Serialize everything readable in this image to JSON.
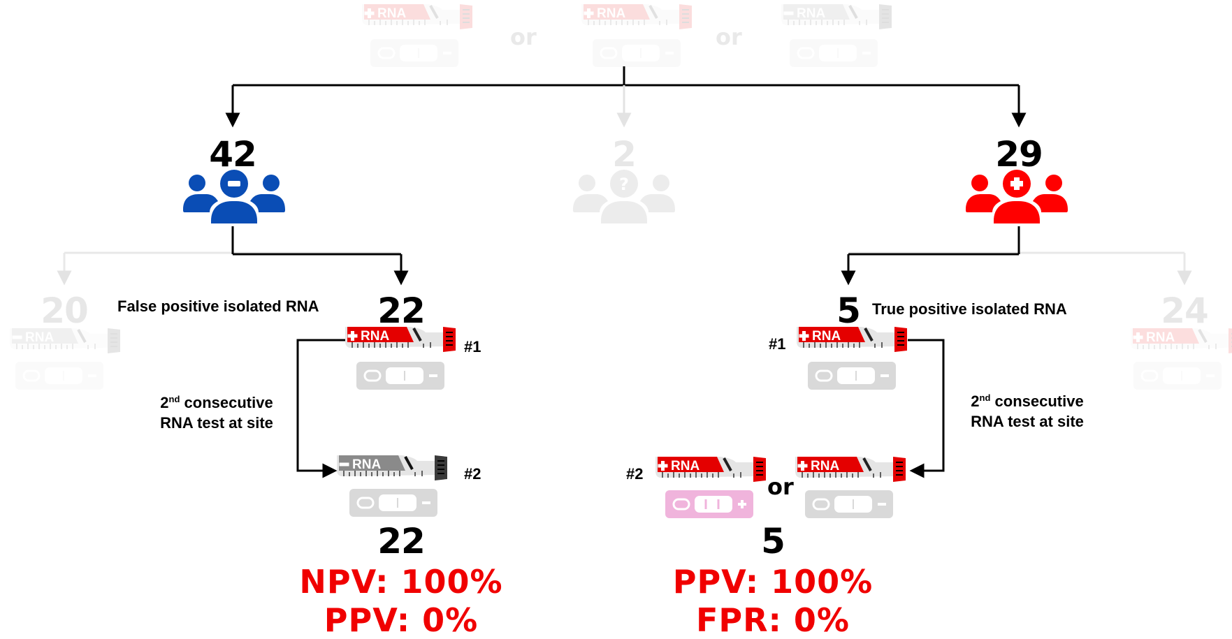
{
  "connectors": {
    "or": "or"
  },
  "top_tests": [
    {
      "rna_sign": "+",
      "rna_label": "RNA",
      "color": "#e00000"
    },
    {
      "rna_sign": "+",
      "rna_label": "RNA",
      "color": "#e00000"
    },
    {
      "rna_sign": "−",
      "rna_label": "RNA",
      "color": "#555555"
    }
  ],
  "groups": {
    "negative": {
      "count": "42",
      "icon": "group-minus-icon",
      "color": "#0a4db5"
    },
    "indeterminate": {
      "count": "2",
      "icon": "group-question-icon",
      "color": "#e8e8e8"
    },
    "positive": {
      "count": "29",
      "icon": "group-plus-icon",
      "color": "#ff0000"
    }
  },
  "left_branch": {
    "faded_count": "20",
    "count": "22",
    "label": "False positive isolated RNA",
    "test1_tag": "#1",
    "test2_tag": "#2",
    "retest_sup": "nd",
    "retest_line1_num": "2",
    "retest_line1_rest": " consecutive",
    "retest_line2": "RNA test at site",
    "final_count": "22",
    "metric1": "NPV: 100%",
    "metric2": "PPV: 0%"
  },
  "right_branch": {
    "faded_count": "24",
    "count": "5",
    "label": "True positive isolated RNA",
    "test1_tag": "#1",
    "test2_tag": "#2",
    "retest_sup": "nd",
    "retest_line1_num": "2",
    "retest_line1_rest": " consecutive",
    "retest_line2": "RNA test at site",
    "final_count": "5",
    "metric1": "PPV: 100%",
    "metric2": "FPR: 0%"
  },
  "colors": {
    "negative_blue": "#0a4db5",
    "positive_red": "#ff0000",
    "metric_red": "#f00000",
    "faded": "#e8e8e8",
    "strip_grey": "#d9d9d9",
    "strip_pink": "#f0b4dc"
  }
}
